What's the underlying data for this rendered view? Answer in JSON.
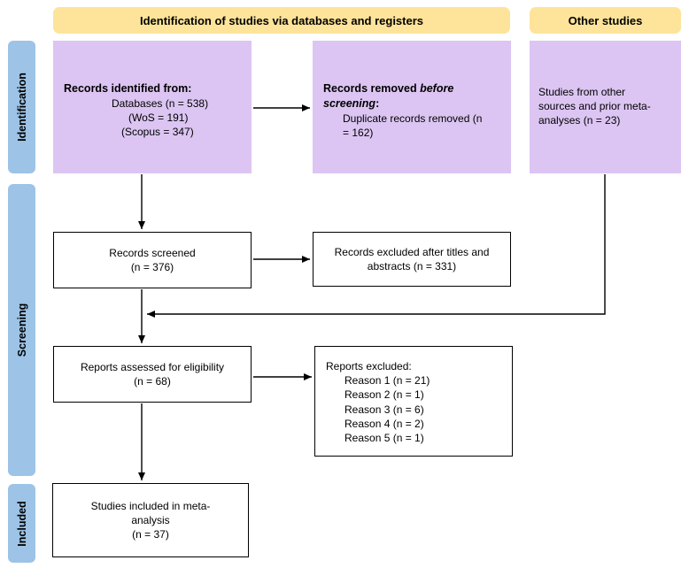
{
  "headers": {
    "main": "Identification of studies via databases and registers",
    "other": "Other studies"
  },
  "phases": {
    "identification": "Identification",
    "screening": "Screening",
    "included": "Included"
  },
  "boxes": {
    "identified": {
      "title": "Records identified from:",
      "line1": "Databases (n = 538)",
      "line2": "(WoS = 191)",
      "line3": "(Scopus = 347)"
    },
    "removed": {
      "title_prefix": "Records removed ",
      "title_italic": "before screening",
      "title_suffix": ":",
      "line1": "Duplicate records removed (n",
      "line2": "= 162)"
    },
    "other_sources": {
      "line1": "Studies from other",
      "line2": "sources and prior meta-",
      "line3": "analyses (n = 23)"
    },
    "screened": {
      "line1": "Records screened",
      "line2": "(n = 376)"
    },
    "excluded_titles": {
      "line1": "Records excluded after titles and",
      "line2": "abstracts (n = 331)"
    },
    "assessed": {
      "line1": "Reports assessed for eligibility",
      "line2": "(n = 68)"
    },
    "reports_excluded": {
      "title": "Reports excluded:",
      "reasons": [
        "Reason 1 (n = 21)",
        "Reason 2 (n = 1)",
        "Reason 3 (n = 6)",
        "Reason 4 (n = 2)",
        "Reason 5 (n = 1)"
      ]
    },
    "included": {
      "line1": "Studies included in meta-",
      "line2": "analysis",
      "line3": "(n = 37)"
    }
  },
  "colors": {
    "header_bg": "#fde49a",
    "phase_bg": "#9dc3e6",
    "identification_box_bg": "#dcc5f2",
    "line": "#000000"
  }
}
